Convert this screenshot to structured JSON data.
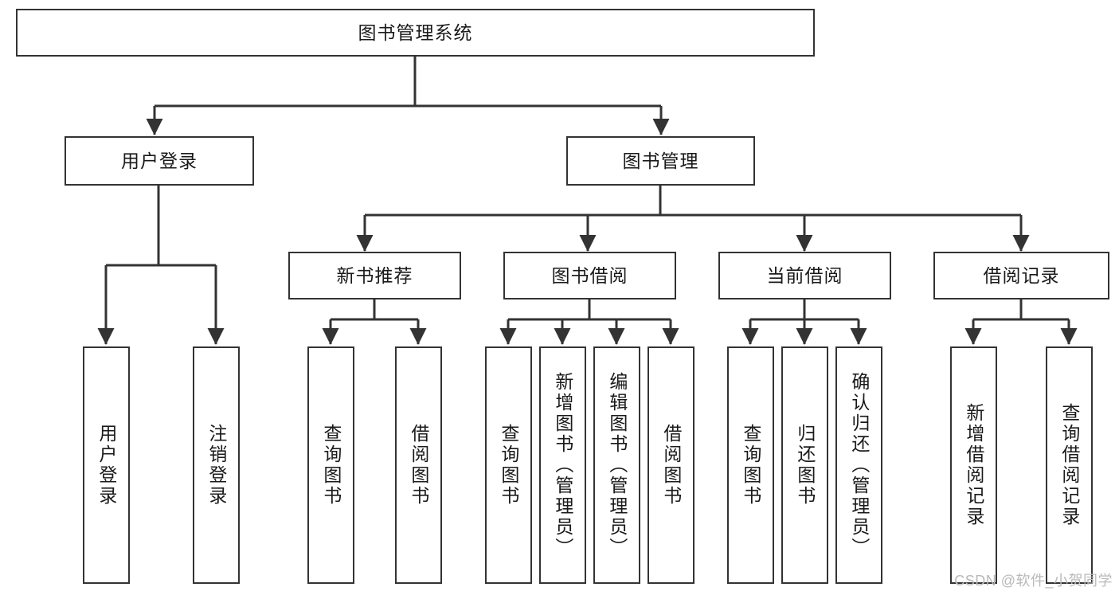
{
  "diagram": {
    "type": "hierarchy-tree",
    "title": "图书管理系统",
    "colors": {
      "box_border": "#333333",
      "box_fill": "#ffffff",
      "connector": "#333333",
      "text": "#1a1a1a",
      "watermark": "#b9b9b9"
    },
    "root": {
      "label": "图书管理系统"
    },
    "level2": [
      {
        "label": "用户登录"
      },
      {
        "label": "图书管理"
      }
    ],
    "level3": [
      {
        "label": "新书推荐"
      },
      {
        "label": "图书借阅"
      },
      {
        "label": "当前借阅"
      },
      {
        "label": "借阅记录"
      }
    ],
    "leaves": {
      "user_login": [
        {
          "label": "用户登录"
        },
        {
          "label": "注销登录"
        }
      ],
      "new_book_recommend": [
        {
          "label": "查询图书"
        },
        {
          "label": "借阅图书"
        }
      ],
      "book_borrow": [
        {
          "label": "查询图书"
        },
        {
          "label": "新增图书（管理员）"
        },
        {
          "label": "编辑图书（管理员）"
        },
        {
          "label": "借阅图书"
        }
      ],
      "current_borrow": [
        {
          "label": "查询图书"
        },
        {
          "label": "归还图书"
        },
        {
          "label": "确认归还（管理员）"
        }
      ],
      "borrow_record": [
        {
          "label": "新增借阅记录"
        },
        {
          "label": "查询借阅记录"
        }
      ]
    }
  },
  "watermark": {
    "text": "CSDN @软件_小贺同学"
  }
}
